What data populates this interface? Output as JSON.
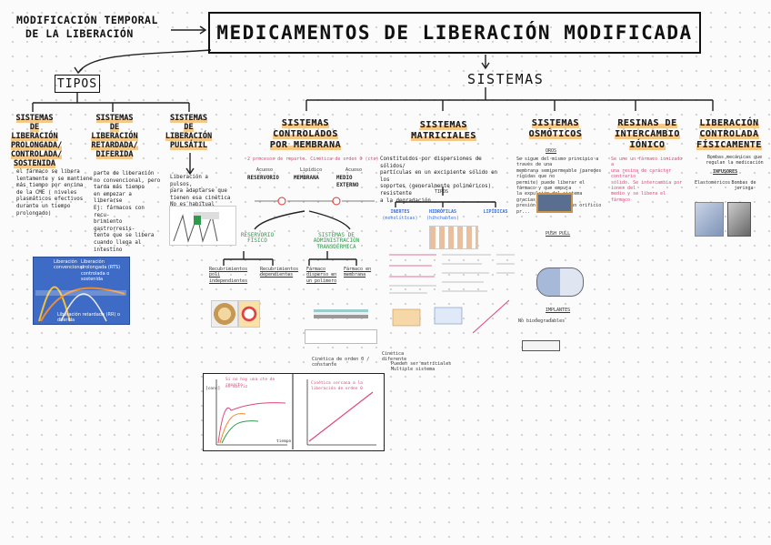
{
  "header": {
    "title": "MEDICAMENTOS DE LIBERACIÓN MODIFICADA",
    "side_note": [
      "MODIFICACIÓN TEMPORAL",
      "DE LA LIBERACIÓN"
    ]
  },
  "tipos": {
    "label": "TIPOS",
    "items": [
      {
        "title": [
          "SISTEMAS DE",
          "LIBERACIÓN",
          "PROLONGADA/",
          "CONTROLADA/",
          "SOSTENIDA"
        ],
        "desc": [
          "el fármaco se libera",
          "lentamente y se mantiene",
          "más tiempo por encima",
          "de la CME ( niveles",
          "plasmáticos efectivos",
          "durante un tiempo",
          "prolongado)"
        ]
      },
      {
        "title": [
          "SISTEMAS DE",
          "LIBERACIÓN",
          "RETARDADA/",
          "DIFERIDA"
        ],
        "desc": [
          "parte de liberación",
          "no convencional, pero",
          "tarda más tiempo",
          "en empezar a liberarse",
          "Ej: fármacos con recu-",
          "brimiento gastrorresis-",
          "tente que se libera",
          "cuando llega al",
          "intestino"
        ]
      },
      {
        "title": [
          "SISTEMAS DE",
          "LIBERACIÓN",
          "PULSÁTIL"
        ],
        "desc": [
          "Liberación a pulsos,",
          "para adaptarse que",
          "tienen esa cinética",
          "No es habitual"
        ]
      }
    ],
    "chart_labels": [
      "Liberación convencional",
      "Liberación prolongada (RTS) controlada o sostenida",
      "Liberación retardada (RR) o diferida"
    ]
  },
  "sistemas": {
    "label": "SISTEMAS",
    "items": [
      {
        "title": [
          "SISTEMAS",
          "CONTROLADOS",
          "POR MEMBRANA"
        ]
      },
      {
        "title": [
          "SISTEMAS",
          "MATRICIALES"
        ]
      },
      {
        "title": [
          "SISTEMAS",
          "OSMÓTICOS"
        ]
      },
      {
        "title": [
          "RESINAS DE",
          "INTERCAMBIO",
          "IÓNICO"
        ]
      },
      {
        "title": [
          "LIBERACIÓN",
          "CONTROLADA",
          "FÍSICAMENTE"
        ]
      }
    ],
    "membrana": {
      "note": "2 procesos de reparto. Cinética de orden 0 (cte)",
      "labels": [
        "RESERVORIO",
        "MEMBRANA",
        "MEDIO EXTERNO"
      ],
      "sub": [
        "Acuoso",
        "Lipídico",
        "Acuoso"
      ],
      "branches": [
        "RESERVORIO FÍSICO",
        "SISTEMAS DE ADMINISTRACIÓN TRANSDÉRMICA"
      ],
      "leaf_a": [
        "Recubrimientos poli independientes",
        "Recubrimientos dependientes"
      ],
      "leaf_b": [
        "Fármaco disperso en un polímero",
        "Fármaco en membrana"
      ],
      "foot": "Cinética de orden 0 / constante"
    },
    "matriciales": {
      "intro": [
        "Constituidos por dispersiones de sólidos/",
        "partículas en un excipiente sólido en los",
        "soportes (generalmente poliméricos) resistente",
        "a la degradación"
      ],
      "tipos_label": "TIPOS",
      "tipos": [
        "INERTES",
        "HIDRÓFILAS",
        "LIPÍDICAS"
      ],
      "tipos_sub": [
        "(monolíticas)",
        "(hinchables)",
        ""
      ],
      "foot": [
        "Cinética",
        "diferente",
        "Pueden ser matriciales",
        "Multiple sistema"
      ]
    },
    "osmoticos": {
      "oros": "OROS",
      "desc": [
        "Se sigue del mismo principio a través de una",
        "membrana semipermeable (paredes rígidas que no",
        "permite) puede liberar el fármaco y que empuja",
        "la expulsión del sistema gracias a una mayor",
        "presión osmótica en un orificio pr..."
      ],
      "push_pull": "PUSH PULL",
      "implantes": "IMPLANTES",
      "biodeg": "No biodegradables"
    },
    "resinas": {
      "desc": [
        "Se une un fármaco ionizado a",
        "una resina de carácter contrario",
        "sólido. Se intercambia por iones del",
        "medio y se libera el fármaco"
      ]
    },
    "fisica": {
      "note": "Bombas mecánicas que regulan la medicación",
      "infusores": "INFUSORES",
      "sub": [
        "Elastoméricos",
        "Bombas de jeringa"
      ]
    }
  },
  "bottom_chart": {
    "ylabel": "[conc]",
    "xlabel": "tiempo",
    "notes": [
      "Si no hay una cte de reparto",
      "en matriz",
      "Cinética cercana a la liberación de orden 0"
    ]
  },
  "colors": {
    "highlight": "#f6c888",
    "pink": "#e0467a",
    "green": "#2f9b4a",
    "blue": "#3a6fd6"
  }
}
